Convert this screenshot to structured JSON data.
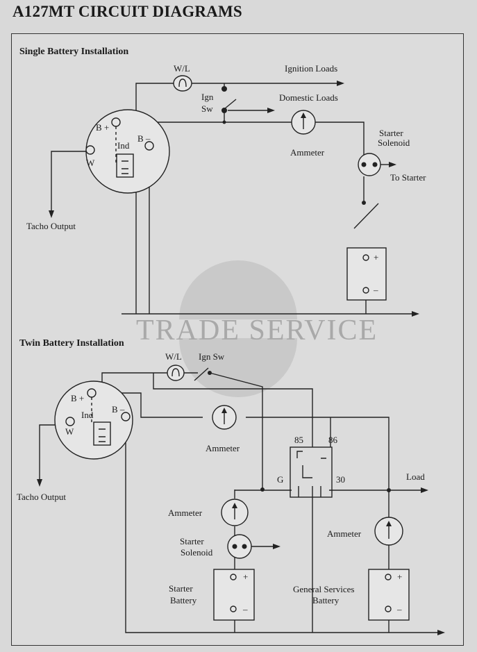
{
  "title": "A127MT CIRCUIT DIAGRAMS",
  "watermark": "TRADE SERVICE",
  "single": {
    "heading": "Single Battery Installation",
    "wl": "W/L",
    "ignition_loads": "Ignition Loads",
    "ign": "Ign",
    "sw": "Sw",
    "domestic_loads": "Domestic Loads",
    "b_plus": "B +",
    "b_minus": "B –",
    "ind": "Ind",
    "w": "W",
    "ammeter": "Ammeter",
    "starter": "Starter",
    "solenoid": "Solenoid",
    "to_starter": "To Starter",
    "tacho": "Tacho Output",
    "plus": "+",
    "minus": "–"
  },
  "twin": {
    "heading": "Twin Battery Installation",
    "wl": "W/L",
    "ign_sw": "Ign Sw",
    "b_plus": "B +",
    "b_minus": "B –",
    "ind": "Ind",
    "w": "W",
    "ammeter_alt": "Ammeter",
    "r85": "85",
    "r86": "86",
    "g": "G",
    "r30": "30",
    "load": "Load",
    "tacho": "Tacho Output",
    "ammeter_starter": "Ammeter",
    "starter": "Starter",
    "solenoid": "Solenoid",
    "starter_bat_1": "Starter",
    "starter_bat_2": "Battery",
    "general_1": "General Services",
    "general_2": "Battery",
    "ammeter_general": "Ammeter",
    "plus": "+",
    "minus": "–"
  }
}
